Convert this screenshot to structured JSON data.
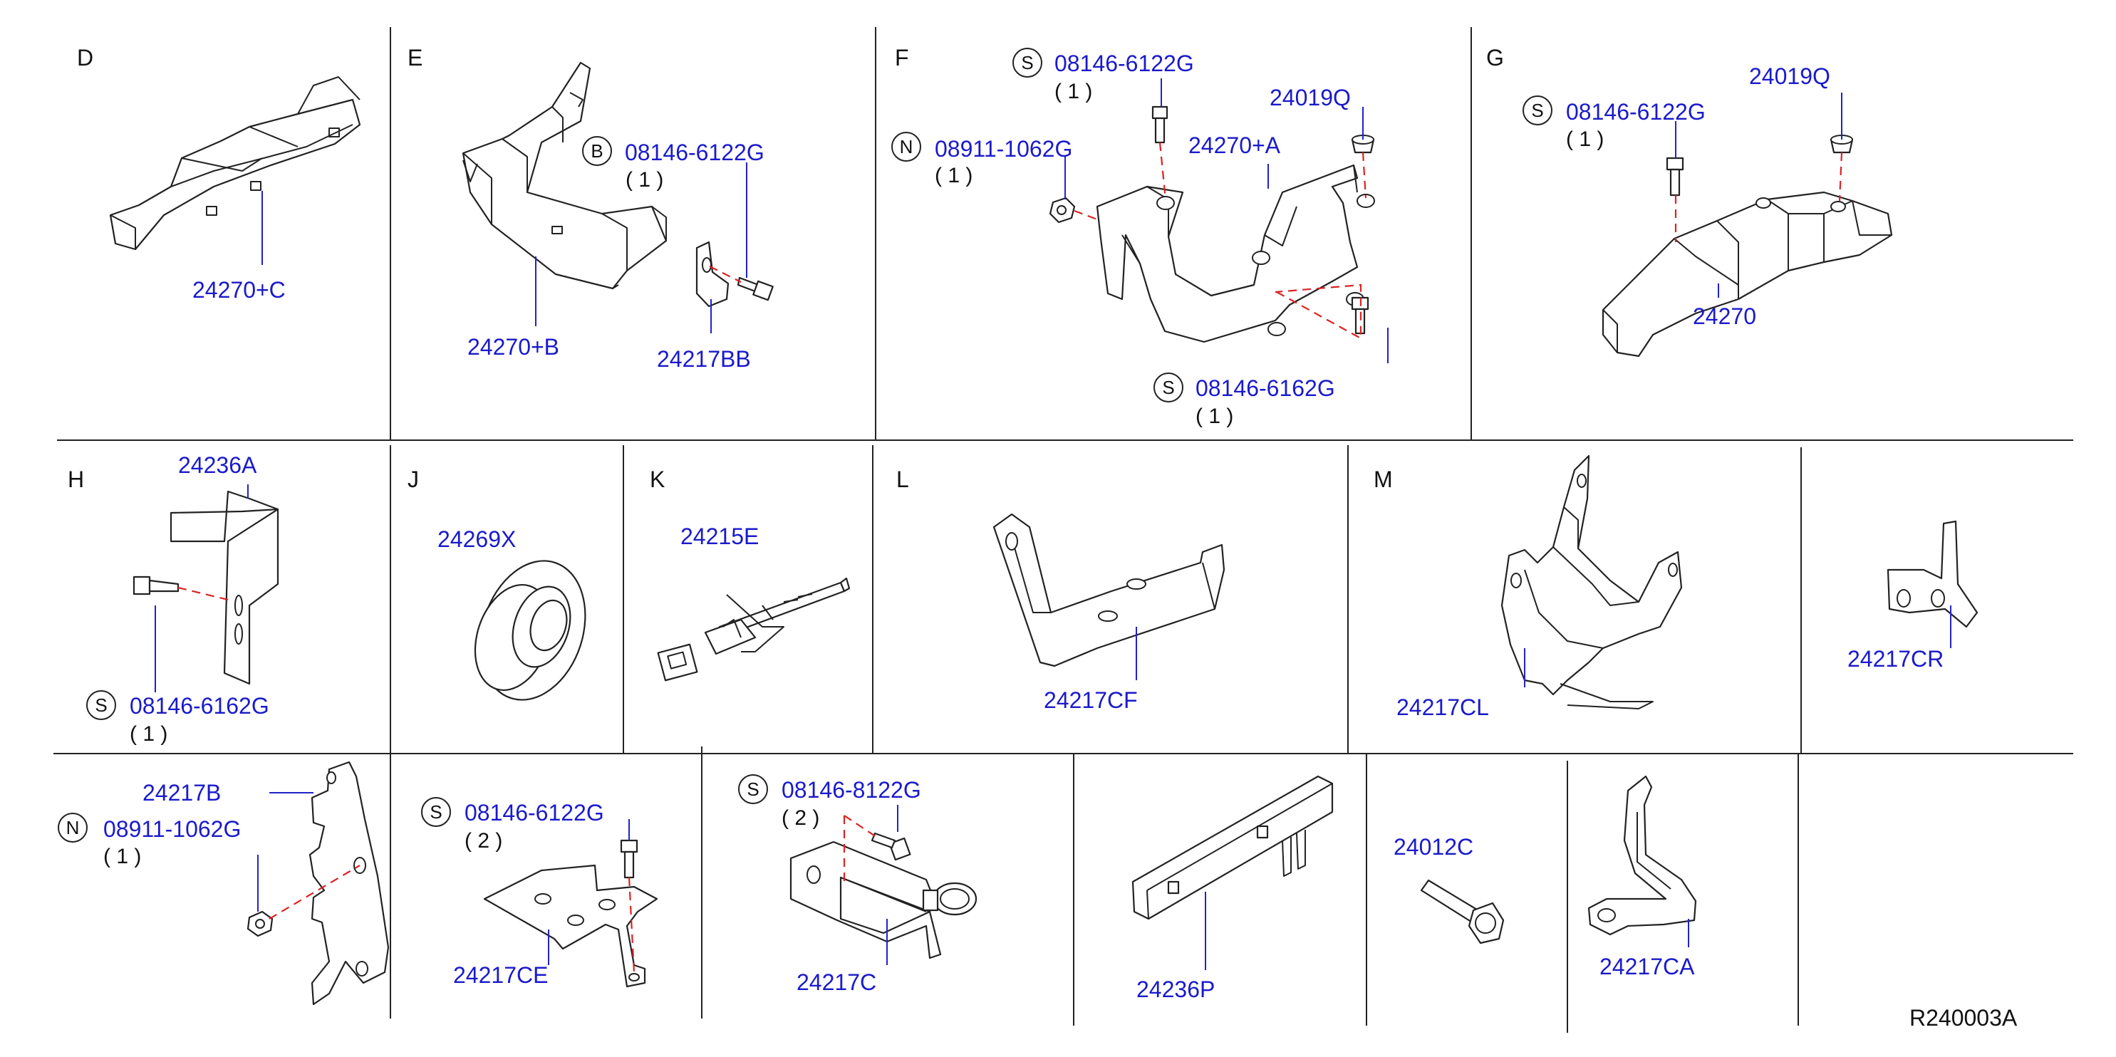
{
  "colors": {
    "part_number": "#1a1acc",
    "leader": "#2222cc",
    "dashed": "#dd2222",
    "line": "#222222"
  },
  "reference": "R240003A",
  "sections": {
    "D": {
      "letter": "D",
      "parts": {
        "p1": "24270+C"
      }
    },
    "E": {
      "letter": "E",
      "parts": {
        "p1": "24270+B",
        "p2": "24217BB",
        "bolt": "08146-6122G"
      },
      "circle": "B",
      "qty": "( 1 )"
    },
    "F": {
      "letter": "F",
      "parts": {
        "bolt1": "08146-6122G",
        "clip": "24019Q",
        "nut": "08911-1062G",
        "p1": "24270+A",
        "bolt2": "08146-6162G"
      },
      "circle_bolt1": "S",
      "qty_bolt1": "( 1 )",
      "circle_nut": "N",
      "qty_nut": "( 1 )",
      "circle_bolt2": "S",
      "qty_bolt2": "( 1 )"
    },
    "G": {
      "letter": "G",
      "parts": {
        "bolt": "08146-6122G",
        "clip": "24019Q",
        "p1": "24270"
      },
      "circle": "S",
      "qty": "( 1 )"
    },
    "H": {
      "letter": "H",
      "parts": {
        "p1": "24236A",
        "bolt": "08146-6162G"
      },
      "circle": "S",
      "qty": "( 1 )"
    },
    "J": {
      "letter": "J",
      "parts": {
        "p1": "24269X"
      }
    },
    "K": {
      "letter": "K",
      "parts": {
        "p1": "24215E"
      }
    },
    "L": {
      "letter": "L",
      "parts": {
        "p1": "24217CF"
      }
    },
    "M": {
      "letter": "M",
      "parts": {
        "p1": "24217CL"
      }
    },
    "CR": {
      "parts": {
        "p1": "24217CR"
      }
    },
    "B": {
      "parts": {
        "p1": "24217B",
        "nut": "08911-1062G"
      },
      "circle": "N",
      "qty": "( 1 )"
    },
    "CE": {
      "parts": {
        "bolt": "08146-6122G",
        "p1": "24217CE"
      },
      "circle": "S",
      "qty": "( 2 )"
    },
    "C": {
      "parts": {
        "bolt": "08146-8122G",
        "p1": "24217C"
      },
      "circle": "S",
      "qty": "( 2 )"
    },
    "P": {
      "parts": {
        "p1": "24236P"
      }
    },
    "C12": {
      "parts": {
        "p1": "24012C"
      }
    },
    "CA": {
      "parts": {
        "p1": "24217CA"
      }
    }
  }
}
